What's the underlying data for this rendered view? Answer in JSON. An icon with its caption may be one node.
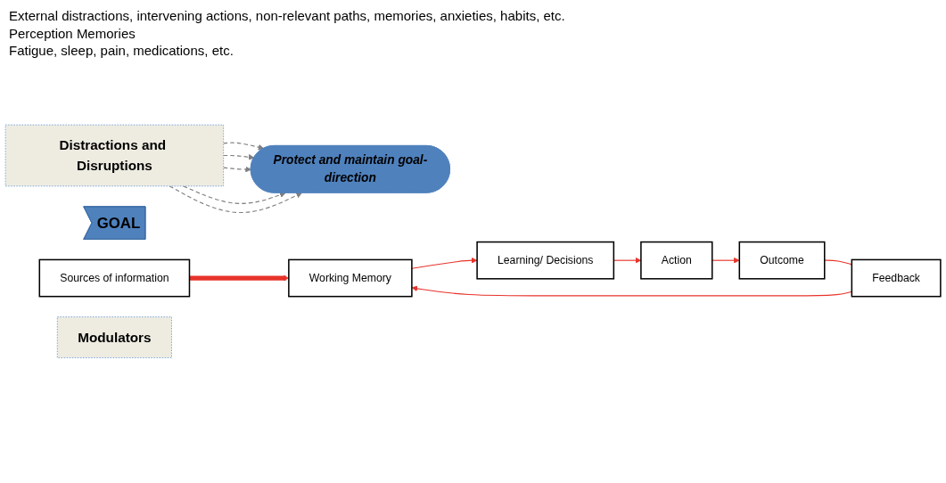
{
  "diagram": {
    "nodes": [
      {
        "text": [
          "Distractions and Disruptions"
        ]
      },
      {
        "text": [
          "GOAL"
        ]
      },
      {
        "text": [
          "Protect and maintain goal-direction"
        ]
      },
      {
        "text": [
          "Sources of information"
        ]
      },
      {
        "text": [
          "Working Memory"
        ]
      },
      {
        "text": [
          "Learning/ Decisions"
        ]
      },
      {
        "text": [
          "Action"
        ]
      },
      {
        "text": [
          "Outcome"
        ]
      },
      {
        "text": [
          "Feedback"
        ]
      },
      {
        "text": [
          "Modulators"
        ]
      }
    ],
    "edges": [
      {
        "from": 0,
        "to": 2,
        "arrow": "to",
        "style": "dashed",
        "color": "#7f7f7f"
      },
      {
        "from": 0,
        "to": 2,
        "arrow": "to",
        "style": "dashed",
        "color": "#7f7f7f"
      },
      {
        "from": 0,
        "to": 2,
        "arrow": "to",
        "style": "dashed",
        "color": "#7f7f7f"
      },
      {
        "from": 0,
        "to": 2,
        "arrow": "to",
        "style": "dashed",
        "color": "#7f7f7f"
      },
      {
        "from": 0,
        "to": 2,
        "arrow": "to",
        "style": "dashed",
        "color": "#7f7f7f"
      },
      {
        "from": 3,
        "to": 4,
        "arrow": "to",
        "style": "thick",
        "color": "#e8332a"
      },
      {
        "from": 4,
        "to": 5,
        "arrow": "to",
        "color": "#e8332a"
      },
      {
        "from": 5,
        "to": 6,
        "arrow": "to",
        "color": "#e8332a"
      },
      {
        "from": 6,
        "to": 7,
        "arrow": "to",
        "color": "#e8332a"
      },
      {
        "from": 7,
        "to": 8,
        "arrow": "none",
        "color": "#e8332a"
      },
      {
        "from": 8,
        "to": 4,
        "arrow": "to",
        "color": "#e8332a"
      }
    ],
    "labels": [
      "External distractions, intervening actions, non-relevant paths, memories, anxieties, habits, etc.",
      "Perception Memories",
      "Fatigue, sleep, pain, medications, etc."
    ]
  }
}
